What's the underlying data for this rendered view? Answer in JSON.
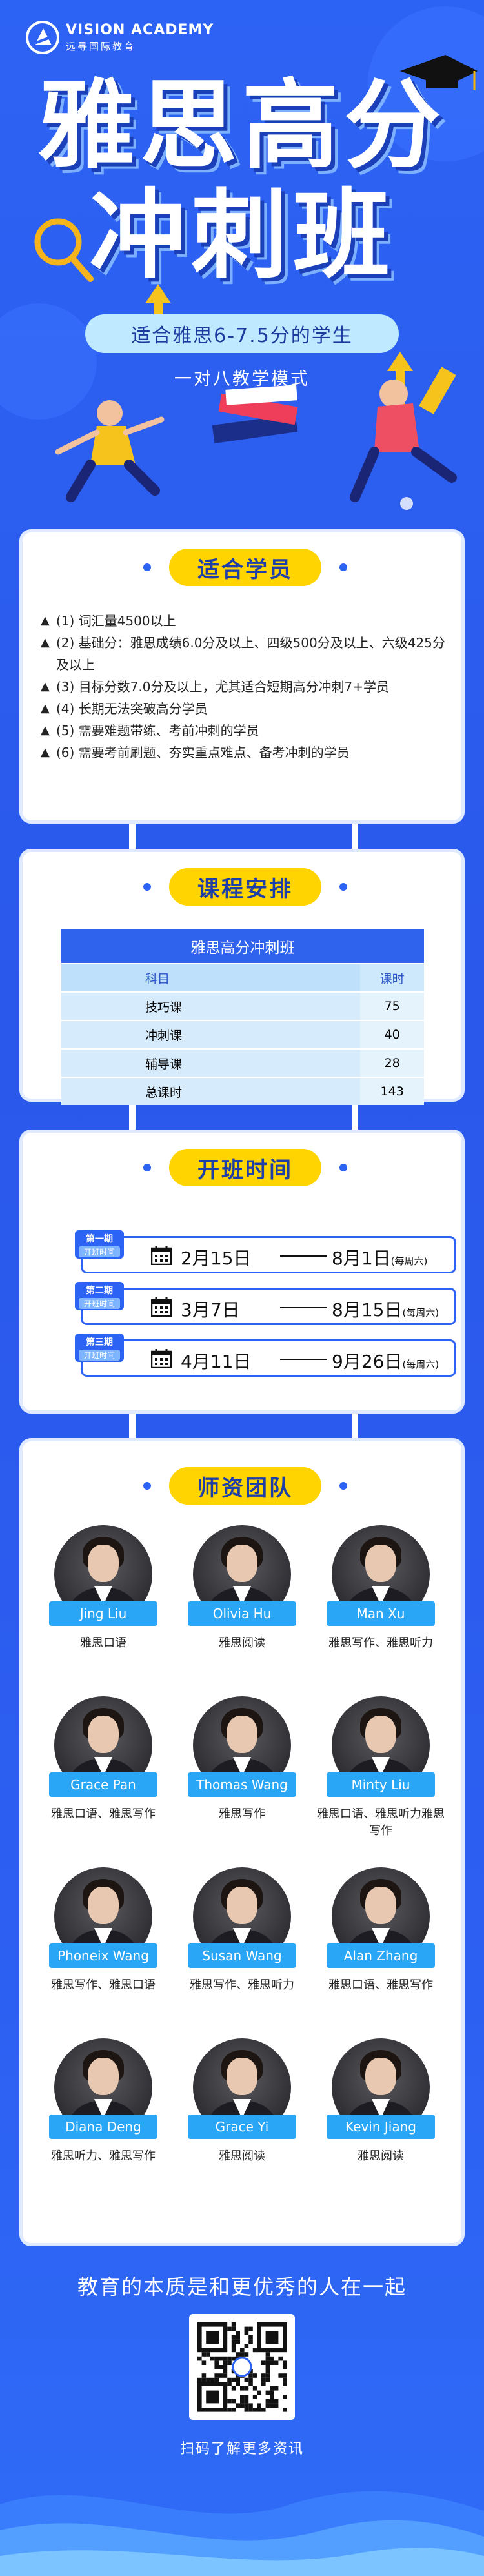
{
  "brand": {
    "name_en": "VISION ACADEMY",
    "name_cn": "远寻国际教育"
  },
  "hero": {
    "title_line1": "雅思高分",
    "title_line2": "冲刺班",
    "subtitle": "适合雅思6-7.5分的学生",
    "mode": "一对八教学模式"
  },
  "sections": {
    "suitable": {
      "title": "适合学员",
      "items": [
        "(1) 词汇量4500以上",
        "(2) 基础分：雅思成绩6.0分及以上、四级500分及以上、六级425分及以上",
        "(3) 目标分数7.0分及以上，尤其适合短期高分冲刺7+学员",
        "(4) 长期无法突破高分学员",
        "(5) 需要难题带练、考前冲刺的学员",
        "(6) 需要考前刷题、夯实重点难点、备考冲刺的学员"
      ]
    },
    "schedule": {
      "title": "课程安排",
      "table_title": "雅思高分冲刺班",
      "col_subject": "科目",
      "col_hours": "课时",
      "rows": [
        {
          "subject": "技巧课",
          "hours": "75"
        },
        {
          "subject": "冲刺课",
          "hours": "40"
        },
        {
          "subject": "辅导课",
          "hours": "28"
        },
        {
          "subject": "总课时",
          "hours": "143"
        }
      ]
    },
    "start": {
      "title": "开班时间",
      "tag_sub": "开班时间",
      "periods": [
        {
          "label": "第一期",
          "start": "2月15日",
          "end": "8月1日",
          "weekday": "(每周六)"
        },
        {
          "label": "第二期",
          "start": "3月7日",
          "end": "8月15日",
          "weekday": "(每周六)"
        },
        {
          "label": "第三期",
          "start": "4月11日",
          "end": "9月26日",
          "weekday": "(每周六)"
        }
      ]
    },
    "teachers": {
      "title": "师资团队",
      "list": [
        {
          "name": "Jing Liu",
          "subjects": "雅思口语"
        },
        {
          "name": "Olivia Hu",
          "subjects": "雅思阅读"
        },
        {
          "name": "Man Xu",
          "subjects": "雅思写作、雅思听力"
        },
        {
          "name": "Grace Pan",
          "subjects": "雅思口语、雅思写作"
        },
        {
          "name": "Thomas Wang",
          "subjects": "雅思写作"
        },
        {
          "name": "Minty Liu",
          "subjects": "雅思口语、雅思听力雅思写作"
        },
        {
          "name": "Phoneix Wang",
          "subjects": "雅思写作、雅思口语"
        },
        {
          "name": "Susan Wang",
          "subjects": "雅思写作、雅思听力"
        },
        {
          "name": "Alan Zhang",
          "subjects": "雅思口语、雅思写作"
        },
        {
          "name": "Diana Deng",
          "subjects": "雅思听力、雅思写作"
        },
        {
          "name": "Grace Yi",
          "subjects": "雅思阅读"
        },
        {
          "name": "Kevin Jiang",
          "subjects": "雅思阅读"
        }
      ]
    }
  },
  "footer": {
    "slogan": "教育的本质是和更优秀的人在一起",
    "qr_caption": "扫码了解更多资讯"
  },
  "colors": {
    "primary": "#2d63f4",
    "accent": "#ffd400",
    "name_tag": "#2aa6f6"
  }
}
